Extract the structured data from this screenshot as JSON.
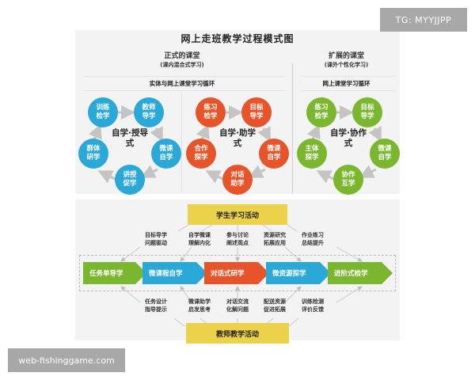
{
  "title": "网上走班教学过程模式图",
  "formal": {
    "heading": "正式的课堂",
    "subheading": "(课内混合式学习)",
    "cycle_label": "实体与网上课堂学习循环"
  },
  "extended": {
    "heading": "扩展的课堂",
    "subheading": "(课外个性化学习)",
    "cycle_label": "网上课堂学习循环"
  },
  "cycles": [
    {
      "center": "自学·授导式",
      "color": "#2aa8d8",
      "nodes": [
        "训练检学",
        "教师导学",
        "微课自学",
        "讲授促学",
        "群体研学"
      ]
    },
    {
      "center": "自学·助学式",
      "color": "#e8542a",
      "nodes": [
        "练习检学",
        "目标导学",
        "微课自学",
        "对话助学",
        "合作探学"
      ]
    },
    {
      "center": "自学·协作式",
      "color": "#7ab72e",
      "nodes": [
        "练习检学",
        "目标导学",
        "微课自学",
        "协作互学",
        "主体探学"
      ]
    }
  ],
  "process": {
    "student_activity": "学生学习活动",
    "teacher_activity": "教师教学活动",
    "student_items": [
      [
        "目标导学",
        "问题驱动"
      ],
      [
        "自学微课",
        "理解内化"
      ],
      [
        "参与讨论",
        "阐述观点"
      ],
      [
        "资源研究",
        "拓展应用"
      ],
      [
        "作业练习",
        "总结提升"
      ]
    ],
    "teacher_items": [
      [
        "任务设计",
        "指导提示"
      ],
      [
        "微课助学",
        "启发思考"
      ],
      [
        "对话交流",
        "化解问题"
      ],
      [
        "配送资源",
        "促进拓展"
      ],
      [
        "训练检测",
        "评价反馈"
      ]
    ],
    "steps": [
      {
        "label": "任务单导学",
        "color": "#7ab72e"
      },
      {
        "label": "微课程自学",
        "color": "#2aa8d8"
      },
      {
        "label": "对话式研学",
        "color": "#e8542a"
      },
      {
        "label": "微资源探学",
        "color": "#2aa8d8"
      },
      {
        "label": "进阶式检学",
        "color": "#7ab72e"
      }
    ]
  },
  "watermarks": {
    "top_right": "TG: MYYJJPP",
    "bottom_left": "web-fishinggame.com"
  }
}
